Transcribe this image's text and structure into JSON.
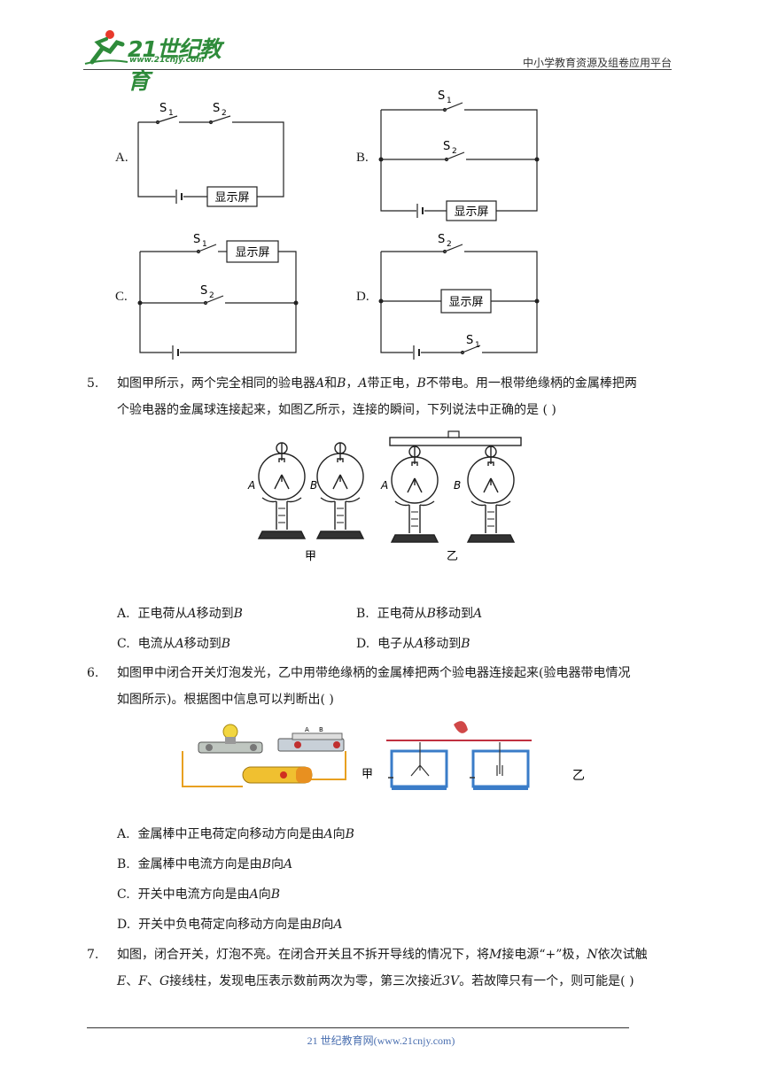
{
  "header": {
    "logo_text": "21世纪教育",
    "logo_url": "www.21cnjy.com",
    "platform": "中小学教育资源及组卷应用平台"
  },
  "circuits": {
    "label_a": "A.",
    "label_b": "B.",
    "label_c": "C.",
    "label_d": "D.",
    "s1": "S",
    "s1_sub": "1",
    "s2": "S",
    "s2_sub": "2",
    "screen": "显示屏"
  },
  "q5": {
    "num": "5.",
    "line1_a": "如图甲所示，两个完全相同的验电器",
    "line1_b": "和",
    "line1_c": "，",
    "line1_d": "带正电，",
    "line1_e": "不带电。用一根带绝缘柄的金属棒把两",
    "line2": "个验电器的金属球连接起来，如图乙所示，连接的瞬间，下列说法中正确的是 (    )",
    "var_a": "A",
    "var_b": "B",
    "fig_jia": "甲",
    "fig_yi": "乙",
    "options": [
      {
        "key": "A.",
        "pre": "正电荷从",
        "v1": "A",
        "mid": "移动到",
        "v2": "B"
      },
      {
        "key": "B.",
        "pre": "正电荷从",
        "v1": "B",
        "mid": "移动到",
        "v2": "A"
      },
      {
        "key": "C.",
        "pre": "电流从",
        "v1": "A",
        "mid": "移动到",
        "v2": "B"
      },
      {
        "key": "D.",
        "pre": "电子从",
        "v1": "A",
        "mid": "移动到",
        "v2": "B"
      }
    ]
  },
  "q6": {
    "num": "6.",
    "line1": "如图甲中闭合开关灯泡发光，乙中用带绝缘柄的金属棒把两个验电器连接起来(验电器带电情况",
    "line2": "如图所示)。根据图中信息可以判断出(    )",
    "fig_jia": "甲",
    "fig_yi": "乙",
    "fig_ab_a": "A",
    "fig_ab_b": "B",
    "options": [
      {
        "key": "A.",
        "pre": "金属棒中正电荷定向移动方向是由",
        "v1": "A",
        "mid": "向",
        "v2": "B"
      },
      {
        "key": "B.",
        "pre": "金属棒中电流方向是由",
        "v1": "B",
        "mid": "向",
        "v2": "A"
      },
      {
        "key": "C.",
        "pre": "开关中电流方向是由",
        "v1": "A",
        "mid": "向",
        "v2": "B"
      },
      {
        "key": "D.",
        "pre": "开关中负电荷定向移动方向是由",
        "v1": "B",
        "mid": "向",
        "v2": "A"
      }
    ]
  },
  "q7": {
    "num": "7.",
    "line1_a": "如图，闭合开关，灯泡不亮。在闭合开关且不拆开导线的情况下，将",
    "line1_m": "M",
    "line1_b": "接电源“+”极，",
    "line1_n": "N",
    "line1_c": "依次试触",
    "line2_e": "E",
    "line2_f": "F",
    "line2_g": "G",
    "sep": "、",
    "line2_a": "接线柱，发现电压表示数前两次为零，第三次接近",
    "line2_v": "3V",
    "line2_b": "。若故障只有一个，则可能是(    )"
  },
  "footer": {
    "text": "21 世纪教育网(www.21cnjy.com)"
  }
}
